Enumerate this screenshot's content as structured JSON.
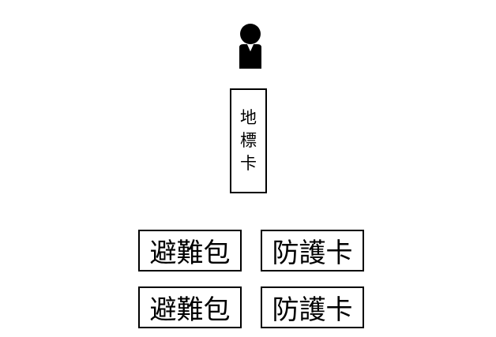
{
  "landmark_card": {
    "chars": [
      "地",
      "標",
      "卡"
    ]
  },
  "items": [
    {
      "label": "避難包"
    },
    {
      "label": "防護卡"
    },
    {
      "label": "避難包"
    },
    {
      "label": "防護卡"
    }
  ]
}
